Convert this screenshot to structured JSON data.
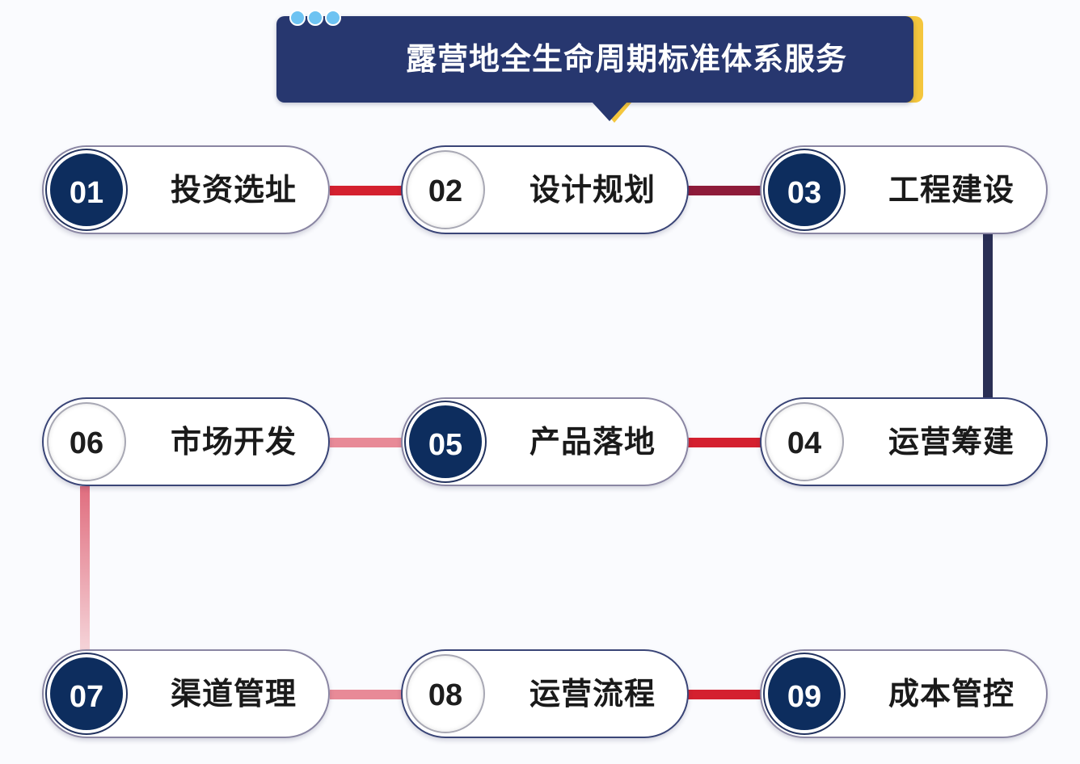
{
  "title": "露营地全生命周期标准体系服务",
  "colors": {
    "banner": "#27376f",
    "banner_accent": "#f4c63d",
    "dot": "#6ec3f2",
    "circle_dark": "#0d2d5e",
    "connector_red": "#d4202f",
    "connector_maroon": "#8e1b3a",
    "connector_navy": "#2a2f55",
    "connector_pink": "#e88a97"
  },
  "steps": [
    {
      "num": "01",
      "label": "投资选址",
      "style": "dark"
    },
    {
      "num": "02",
      "label": "设计规划",
      "style": "light"
    },
    {
      "num": "03",
      "label": "工程建设",
      "style": "dark"
    },
    {
      "num": "04",
      "label": "运营筹建",
      "style": "light"
    },
    {
      "num": "05",
      "label": "产品落地",
      "style": "dark"
    },
    {
      "num": "06",
      "label": "市场开发",
      "style": "light"
    },
    {
      "num": "07",
      "label": "渠道管理",
      "style": "dark"
    },
    {
      "num": "08",
      "label": "运营流程",
      "style": "light"
    },
    {
      "num": "09",
      "label": "成本管控",
      "style": "dark"
    }
  ]
}
